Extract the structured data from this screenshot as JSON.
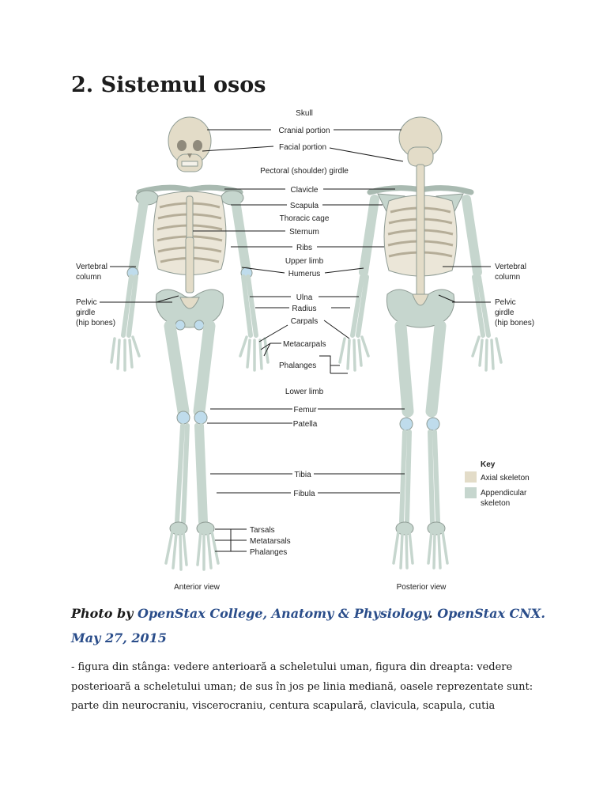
{
  "title": "2. Sistemul osos",
  "colors": {
    "axial": "#e3dcc8",
    "appendicular": "#c6d6ce",
    "joint": "#bfdcec",
    "stroke": "#8f9c95",
    "line": "#1a1a1a",
    "link": "#2a4d8a"
  },
  "figure": {
    "labels": {
      "skull": "Skull",
      "cranial": "Cranial portion",
      "facial": "Facial portion",
      "pectoral": "Pectoral (shoulder) girdle",
      "clavicle": "Clavicle",
      "scapula": "Scapula",
      "thoracic": "Thoracic cage",
      "sternum": "Sternum",
      "ribs": "Ribs",
      "upper_limb": "Upper limb",
      "humerus": "Humerus",
      "ulna": "Ulna",
      "radius": "Radius",
      "carpals": "Carpals",
      "metacarpals": "Metacarpals",
      "phalanges_hand": "Phalanges",
      "lower_limb": "Lower limb",
      "femur": "Femur",
      "patella": "Patella",
      "tibia": "Tibia",
      "fibula": "Fibula",
      "tarsals": "Tarsals",
      "metatarsals": "Metatarsals",
      "phalanges_foot": "Phalanges",
      "vertebral_left": [
        "Vertebral",
        "column"
      ],
      "vertebral_right": [
        "Vertebral",
        "column"
      ],
      "pelvic_left": [
        "Pelvic",
        "girdle",
        "(hip bones)"
      ],
      "pelvic_right": [
        "Pelvic",
        "girdle",
        "(hip bones)"
      ],
      "anterior": "Anterior view",
      "posterior": "Posterior view"
    },
    "key": {
      "title": "Key",
      "axial": "Axial skeleton",
      "appendicular": [
        "Appendicular",
        "skeleton"
      ]
    }
  },
  "caption": {
    "prefix": "Photo by ",
    "link1": "OpenStax College, Anatomy & Physiology",
    "sep": ". ",
    "link2": "OpenStax CNX. May 27, 2015"
  },
  "body_text": "- figura din stânga: vedere anterioară a scheletului uman, figura din dreapta: vedere posterioară a scheletului uman; de sus în jos pe linia mediană, oasele reprezentate sunt: parte din neurocraniu, viscerocraniu, centura scapulară, clavicula, scapula, cutia"
}
